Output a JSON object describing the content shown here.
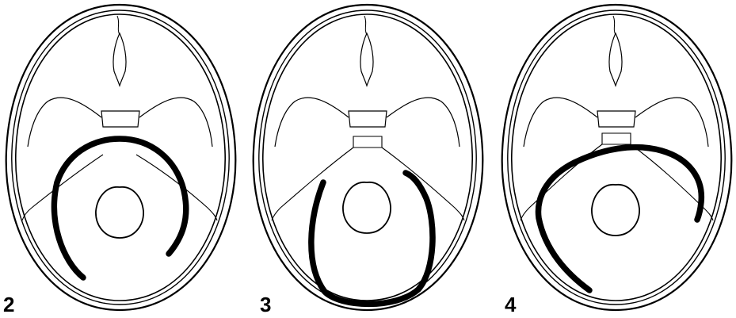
{
  "panels": [
    {
      "label": "2"
    },
    {
      "label": "3"
    },
    {
      "label": "4"
    }
  ],
  "colors": {
    "line": "#000000",
    "paper": "#ffffff"
  }
}
